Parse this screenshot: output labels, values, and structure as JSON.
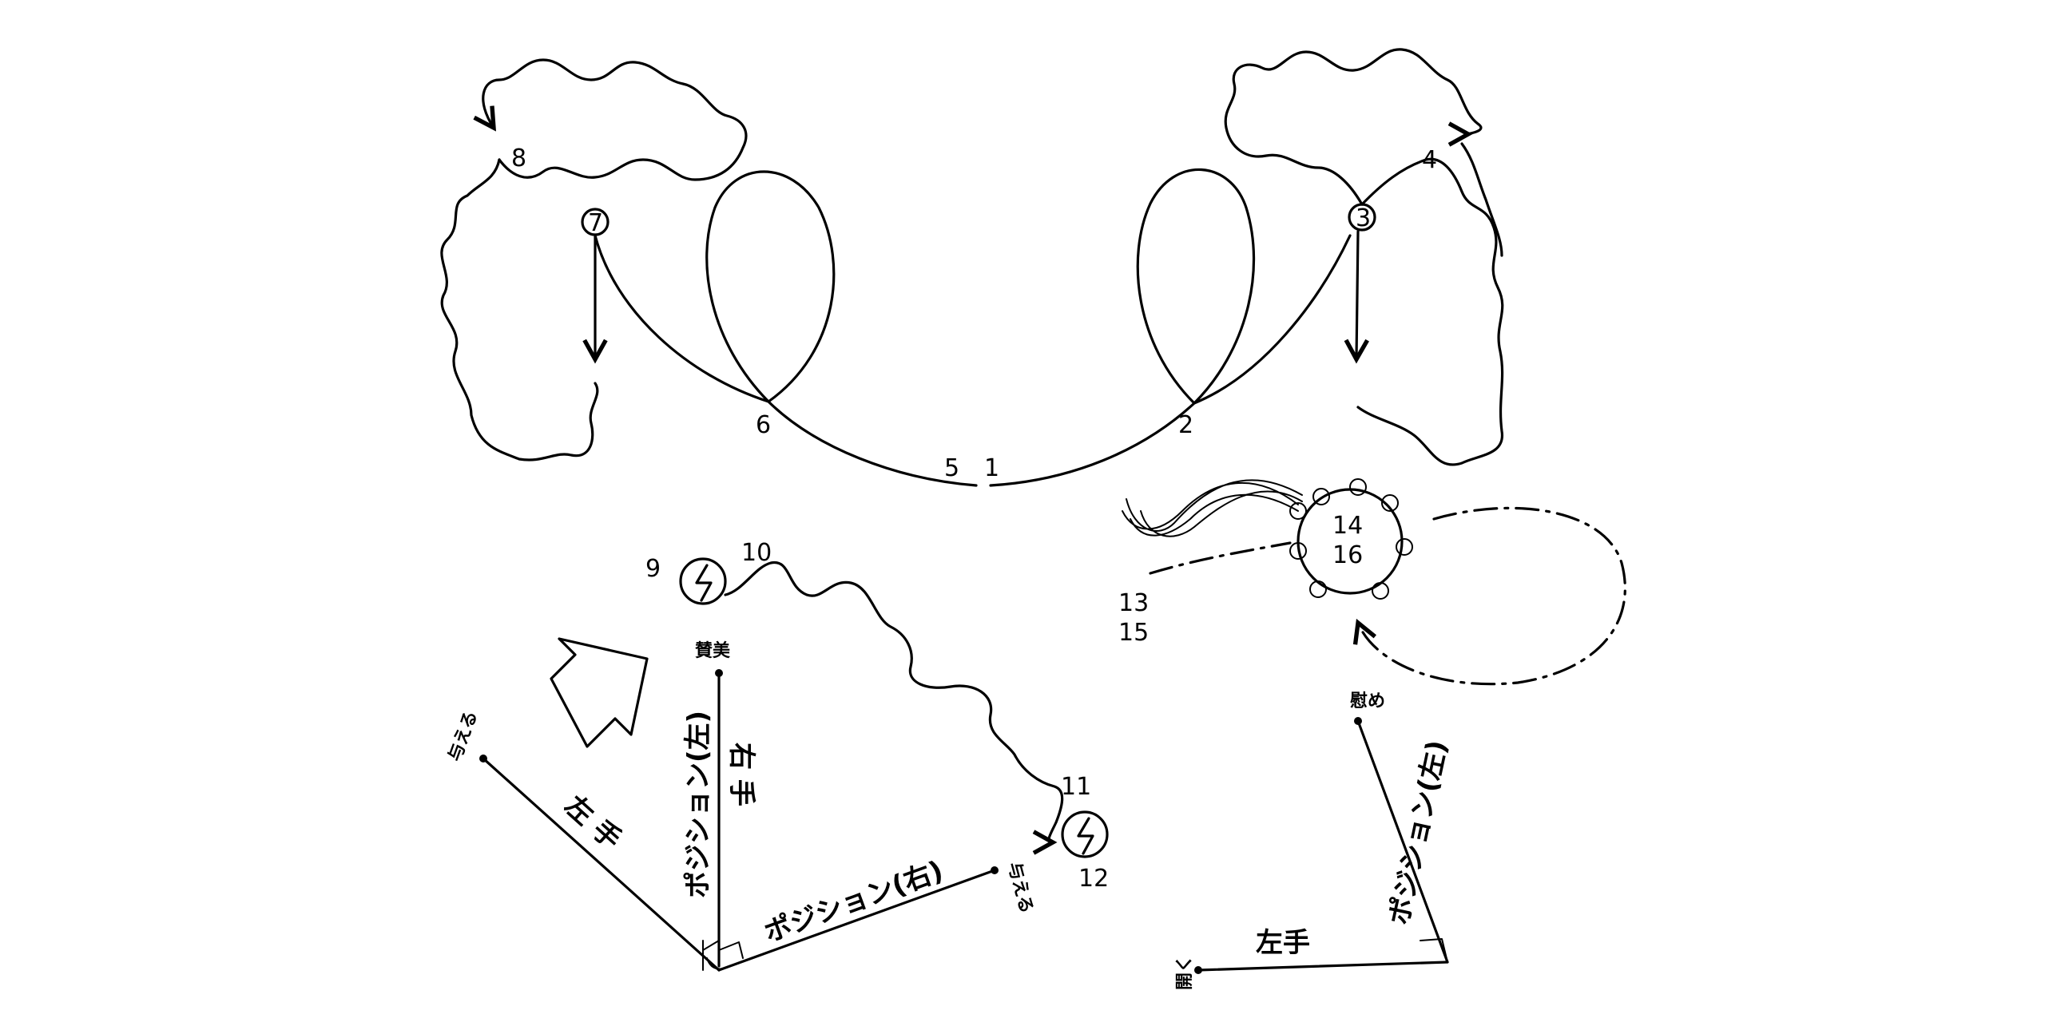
{
  "colors": {
    "ink": "#000000",
    "paper": "#ffffff"
  },
  "steps": {
    "s1": "1",
    "s2": "2",
    "s3": "3",
    "s4": "4",
    "s5": "5",
    "s6": "6",
    "s7": "7",
    "s8": "8",
    "s9": "9",
    "s10": "10",
    "s11": "11",
    "s12": "12",
    "s13": "13",
    "s14": "14",
    "s15": "15",
    "s16": "16"
  },
  "labels": {
    "praise": "賛美",
    "give_left": "与える",
    "give_right": "与える",
    "left_hand_a": "左 手",
    "right_hand": "右 手",
    "position_left_a": "ポジション(左)",
    "position_right": "ポジション(右)",
    "comfort": "慰め",
    "open": "開く",
    "left_hand_b": "左手",
    "position_left_b": "ポジション(左)"
  },
  "icons": {
    "lightning_a": "lightning-circle-icon",
    "lightning_b": "lightning-circle-icon",
    "tambourine": "tambourine-icon",
    "direction_arrow": "hollow-arrow-icon"
  }
}
